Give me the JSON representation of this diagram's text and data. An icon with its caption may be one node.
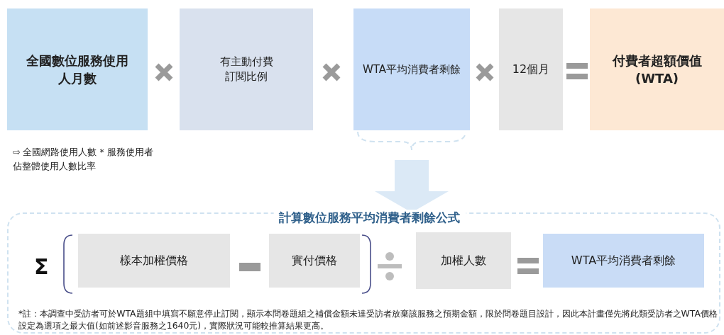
{
  "diagram": {
    "nodes": [
      {
        "text": [
          "全國數位服務使用人月數"
        ],
        "beside": [
          "⇨ 全國網路使用人數 * 服務使用者佔整體使用人數比率"
        ]
      },
      {
        "text": [
          "有主動付費訂閱比例"
        ]
      },
      {
        "text": [
          "WTA平均消費者剩餘"
        ]
      },
      {
        "text": [
          "12個月"
        ]
      },
      {
        "text": [
          "付費者超額價值 (WTA)"
        ]
      },
      {
        "text": [
          "計算數位服務平均消費者剩餘公式"
        ]
      },
      {
        "text": [
          "樣本加權價格"
        ],
        "in": 5
      },
      {
        "text": [
          "實付價格"
        ],
        "in": 5
      },
      {
        "text": [
          "加權人數"
        ],
        "in": 5
      },
      {
        "text": [
          "WTA平均消費者剩餘"
        ],
        "in": 5
      }
    ],
    "edges": [
      {
        "from": 2,
        "to": 5,
        "arrow": "to",
        "color": "#dbe9f6"
      }
    ],
    "labels": [
      "Σ",
      "*註：本調查中受訪者可於WTA題組中填寫不願意停止訂閱，顯示本問卷題組之補償金額未達受訪者放棄該服務之預期金額，限於問卷題目設計，因此本計畫僅先將此類受訪者之WTA價格設定為選項之最大值(如前述影音服務之1640元)，實際狀況可能較推算結果更高。"
    ]
  }
}
